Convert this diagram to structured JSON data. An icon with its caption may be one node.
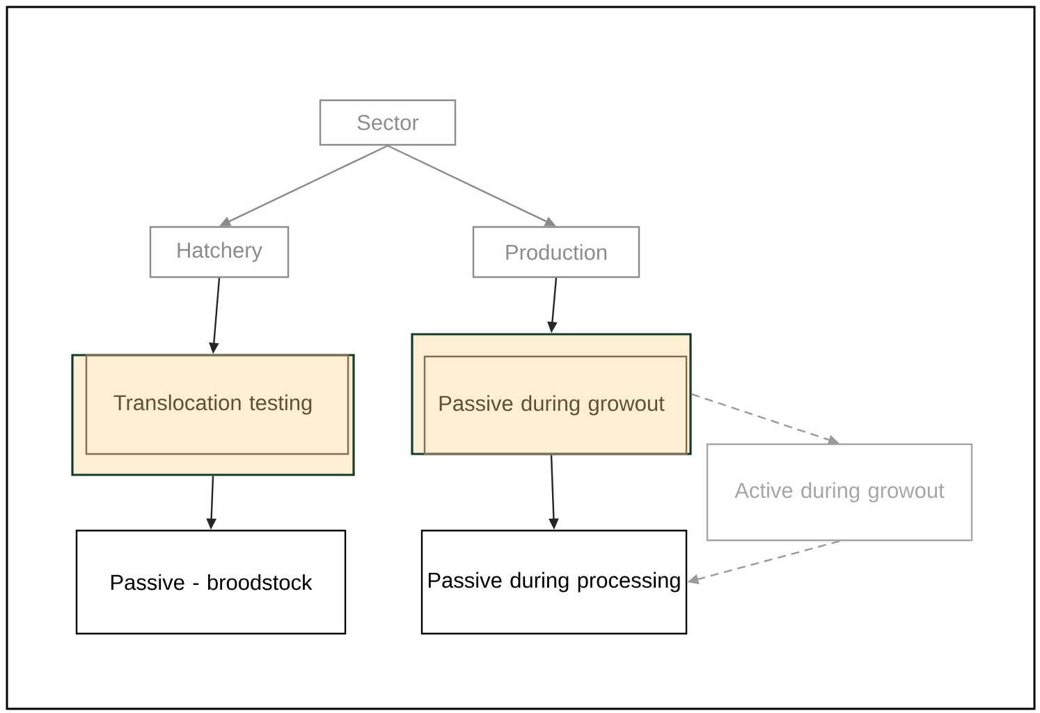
{
  "diagram": {
    "nodes": [
      {
        "text": [
          "Sector"
        ]
      },
      {
        "text": [
          "Hatchery"
        ]
      },
      {
        "text": [
          "Production"
        ]
      },
      {
        "text": [
          "Translocation testing"
        ]
      },
      {
        "text": [
          "Passive during growout"
        ]
      },
      {
        "text": [
          "Active during growout"
        ]
      },
      {
        "text": [
          "Passive - broodstock"
        ]
      },
      {
        "text": [
          "Passive during processing"
        ]
      }
    ],
    "edges": [
      {
        "from": 0,
        "to": 1,
        "arrow": "to",
        "color": "#8a8a8a"
      },
      {
        "from": 0,
        "to": 2,
        "arrow": "to",
        "color": "#8a8a8a"
      },
      {
        "from": 1,
        "to": 3,
        "arrow": "to"
      },
      {
        "from": 2,
        "to": 4,
        "arrow": "to"
      },
      {
        "from": 3,
        "to": 6,
        "arrow": "to"
      },
      {
        "from": 4,
        "to": 7,
        "arrow": "to"
      },
      {
        "from": 4,
        "to": 5,
        "arrow": "to",
        "style": "dashed",
        "color": "#9a9a9a"
      },
      {
        "from": 5,
        "to": 7,
        "arrow": "to",
        "style": "dashed",
        "color": "#9a9a9a"
      }
    ]
  }
}
